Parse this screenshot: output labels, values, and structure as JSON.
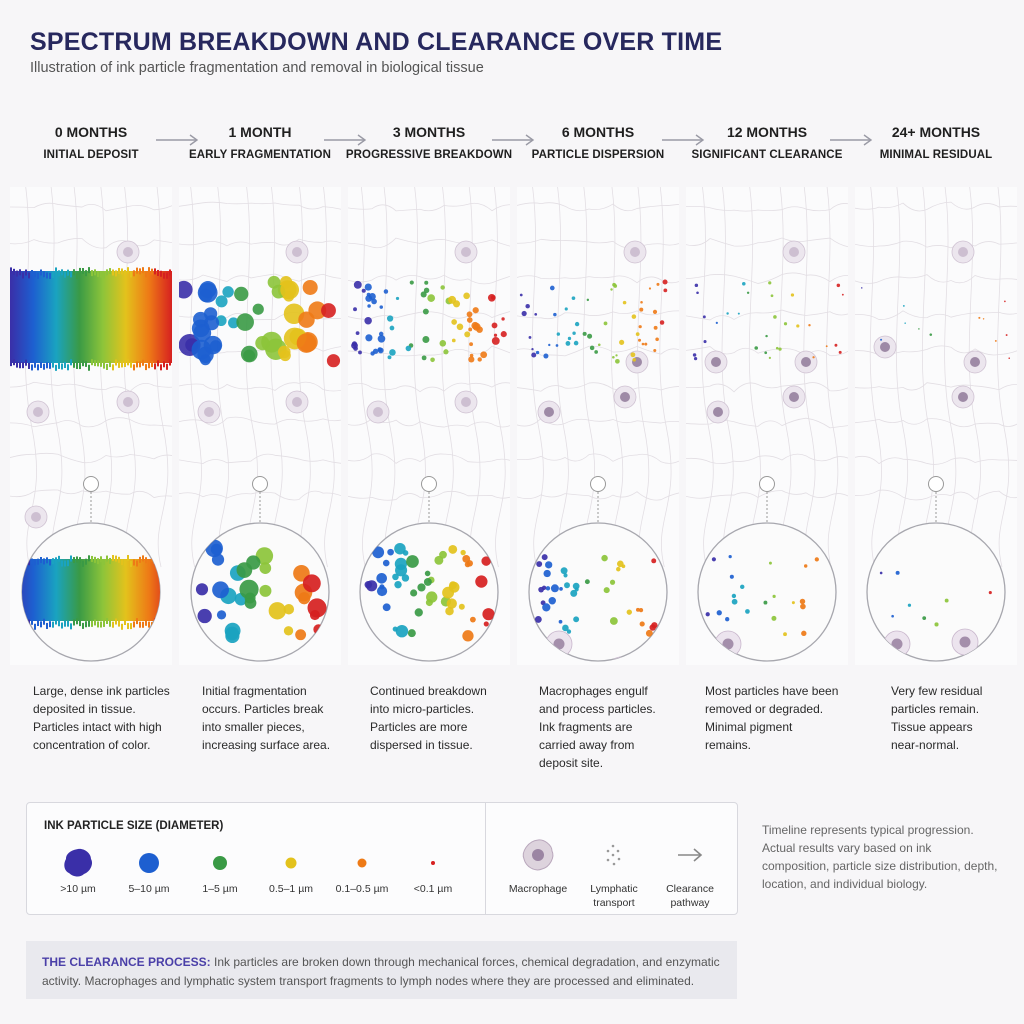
{
  "title": "SPECTRUM BREAKDOWN AND CLEARANCE OVER TIME",
  "subtitle": "Illustration of ink particle fragmentation and removal in biological tissue",
  "stages": [
    {
      "time": "0 MONTHS",
      "label": "INITIAL DEPOSIT",
      "description": "Large, dense ink particles deposited in tissue. Particles intact with high concentration of color."
    },
    {
      "time": "1 MONTH",
      "label": "EARLY FRAGMENTATION",
      "description": "Initial fragmentation occurs. Particles break into smaller pieces, increasing surface area."
    },
    {
      "time": "3 MONTHS",
      "label": "PROGRESSIVE BREAKDOWN",
      "description": "Continued breakdown into micro-particles. Particles are more dispersed in tissue."
    },
    {
      "time": "6 MONTHS",
      "label": "PARTICLE DISPERSION",
      "description": "Macrophages engulf and process particles. Ink fragments are carried away from deposit site."
    },
    {
      "time": "12 MONTHS",
      "label": "SIGNIFICANT CLEARANCE",
      "description": "Most particles have been removed or degraded. Minimal pigment remains."
    },
    {
      "time": "24+ MONTHS",
      "label": "MINIMAL RESIDUAL",
      "description": "Very few residual particles remain. Tissue appears near-normal."
    }
  ],
  "legend": {
    "title": "INK PARTICLE SIZE (DIAMETER)",
    "sizes": [
      {
        "label": ">10 µm",
        "color": "#3a2fa8"
      },
      {
        "label": "5–10 µm",
        "color": "#1d5fd0"
      },
      {
        "label": "1–5 µm",
        "color": "#3a9a45"
      },
      {
        "label": "0.5–1 µm",
        "color": "#e3c21c"
      },
      {
        "label": "0.1–0.5 µm",
        "color": "#ee7a16"
      },
      {
        "label": "<0.1 µm",
        "color": "#d62020"
      }
    ],
    "macrophage": "Macrophage",
    "lymphatic": "Lymphatic transport",
    "clearance": "Clearance pathway"
  },
  "side_note": "Timeline represents typical progression. Actual results vary based on ink composition, particle size distribution, depth, location, and individual biology.",
  "process": {
    "label": "THE CLEARANCE PROCESS:",
    "text": "Ink particles are broken down through mechanical forces, chemical degradation, and enzymatic activity. Macrophages and lymphatic system transport fragments to lymph nodes where they are processed and eliminated."
  },
  "colors": {
    "title": "#27285e",
    "accent": "#4a3fa8",
    "spectrum": [
      "#3a2fa8",
      "#1d5fd0",
      "#1aa3c0",
      "#3a9a45",
      "#8cc43a",
      "#e3c21c",
      "#ee7a16",
      "#d62020"
    ]
  }
}
